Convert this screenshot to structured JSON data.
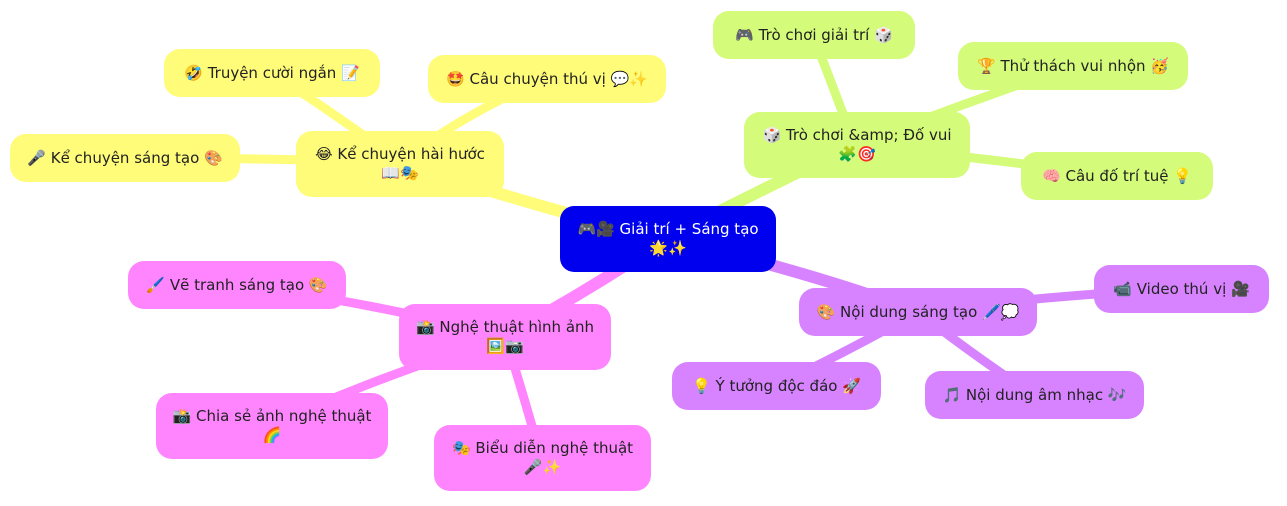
{
  "colors": {
    "center": "#0000ee",
    "fun": "#fffc79",
    "game": "#d4fb79",
    "art": "#ff85ff",
    "create": "#d783ff"
  },
  "center": {
    "label": "🎮🎥 Giải trí + Sáng tạo 🌟✨"
  },
  "branches": {
    "fun": {
      "label": "😂 Kể chuyện hài hước 📖🎭",
      "children": [
        {
          "label": "🤣 Truyện cười ngắn 📝"
        },
        {
          "label": "🤩 Câu chuyện thú vị 💬✨"
        },
        {
          "label": "🎤 Kể chuyện sáng tạo 🎨"
        }
      ]
    },
    "game": {
      "label": "🎲 Trò chơi &amp; Đố vui 🧩🎯",
      "children": [
        {
          "label": "🎮 Trò chơi giải trí 🎲"
        },
        {
          "label": "🏆 Thử thách vui nhộn 🥳"
        },
        {
          "label": "🧠 Câu đố trí tuệ 💡"
        }
      ]
    },
    "art": {
      "label": "📸 Nghệ thuật hình ảnh 🖼️📷",
      "children": [
        {
          "label": "🖌️ Vẽ tranh sáng tạo 🎨"
        },
        {
          "label": "📸 Chia sẻ ảnh nghệ thuật 🌈"
        },
        {
          "label": "🎭 Biểu diễn nghệ thuật 🎤✨"
        }
      ]
    },
    "create": {
      "label": "🎨 Nội dung sáng tạo 🖊️💭",
      "children": [
        {
          "label": "📹 Video thú vị 🎥"
        },
        {
          "label": "🎵 Nội dung âm nhạc 🎶"
        },
        {
          "label": "💡 Ý tưởng độc đáo 🚀"
        }
      ]
    }
  }
}
